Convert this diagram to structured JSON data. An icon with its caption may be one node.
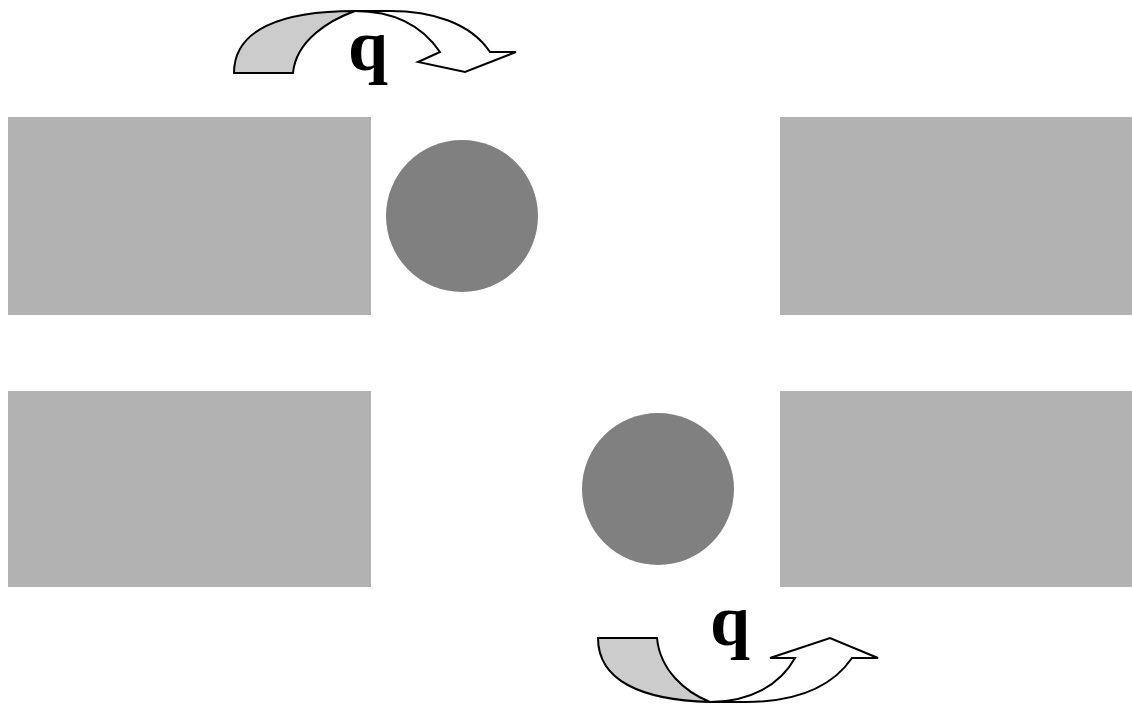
{
  "diagram": {
    "nodes": [
      {
        "text": [],
        "shape": "box"
      },
      {
        "text": [],
        "shape": "circle"
      },
      {
        "text": [],
        "shape": "box"
      },
      {
        "text": [],
        "shape": "box"
      },
      {
        "text": [],
        "shape": "circle"
      },
      {
        "text": [],
        "shape": "box"
      }
    ],
    "labels": [
      "q",
      "q"
    ]
  }
}
